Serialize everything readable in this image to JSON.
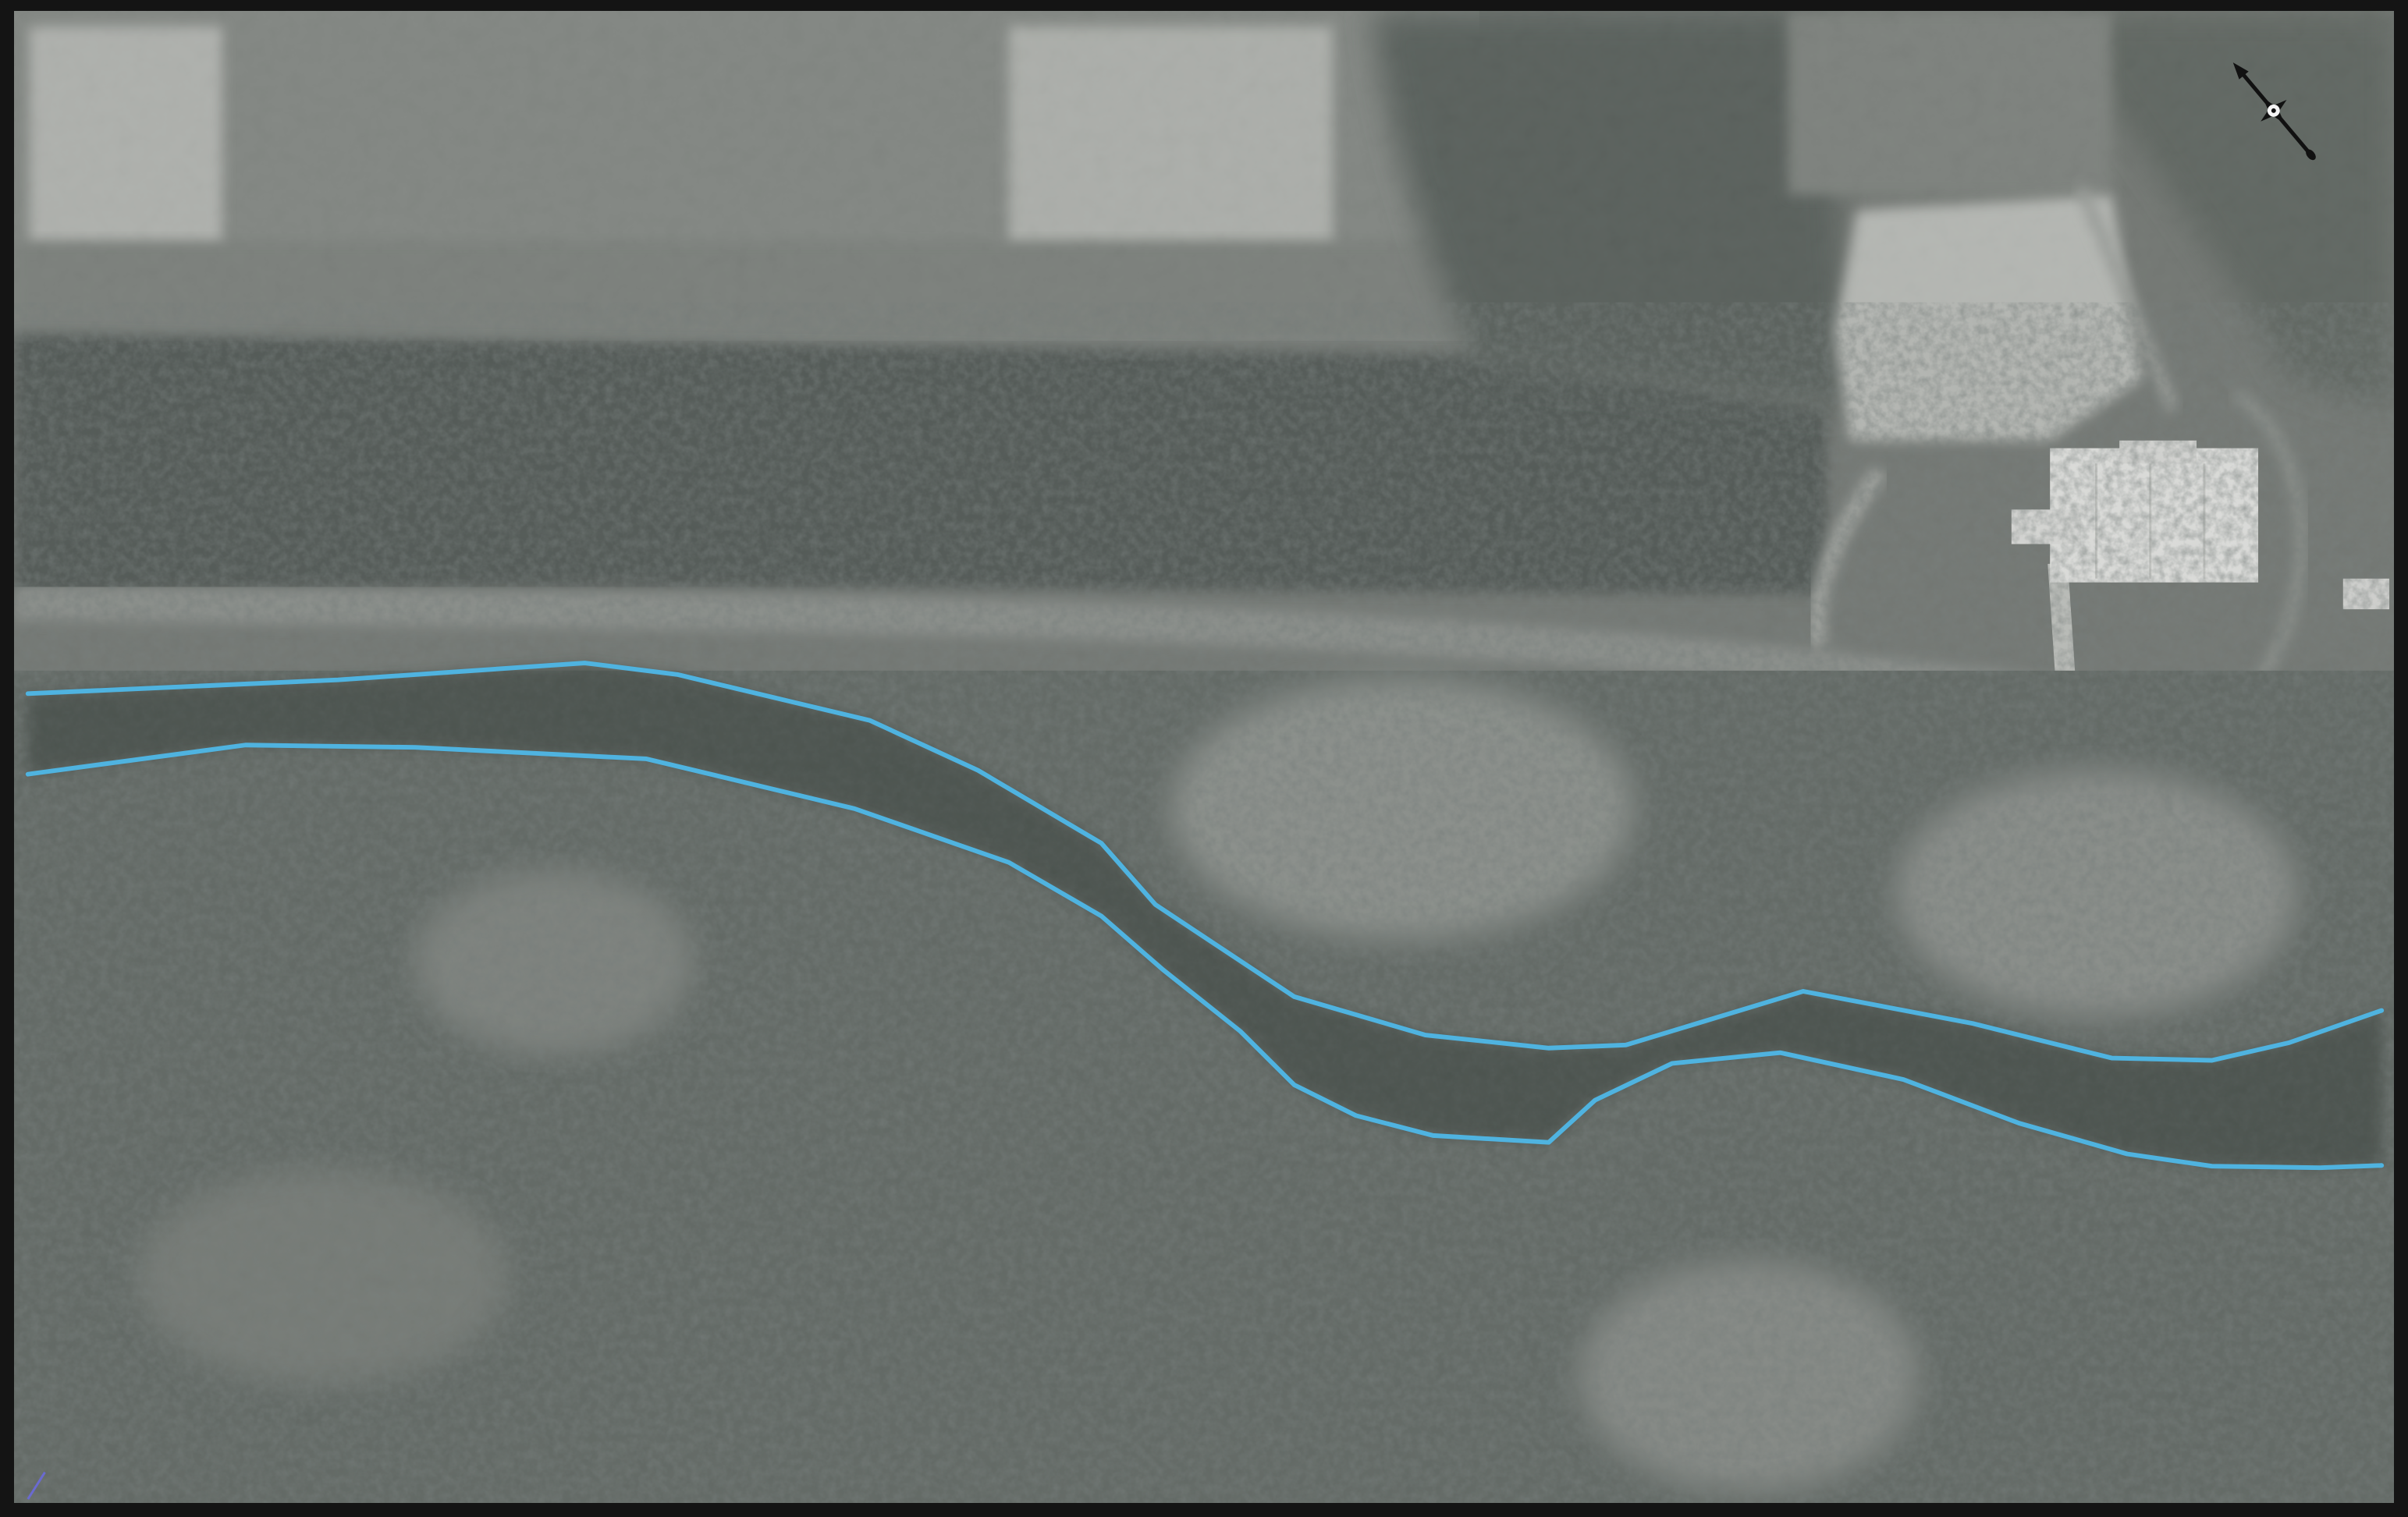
{
  "map": {
    "kind": "aerial-photograph",
    "palette": {
      "field_light": "#b9bcb7",
      "field_mid": "#858a85",
      "vegetation_dark": "#3f4743",
      "vegetation_mid": "#5c645f",
      "open_ground": "#8c918c",
      "path_track": "#9a9e99",
      "building": "#eeefec",
      "frame": "#141414",
      "channel_outline": "#4fb3e0"
    },
    "overlays": [
      {
        "name": "stream-bank-upper",
        "color": "#4fb3e0"
      },
      {
        "name": "stream-bank-lower",
        "color": "#4fb3e0"
      }
    ],
    "icons": [
      "north-arrow-icon"
    ]
  }
}
